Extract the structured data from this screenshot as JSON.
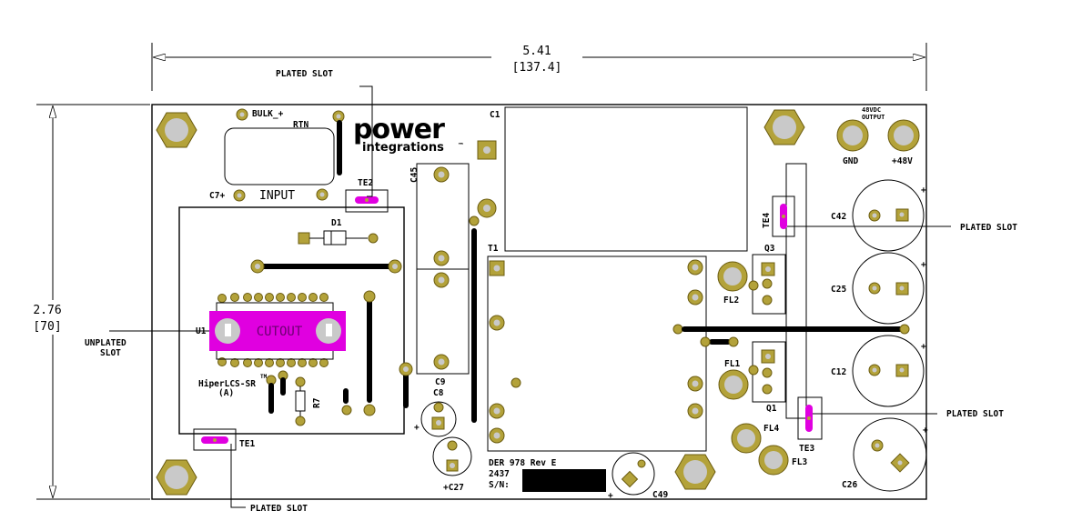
{
  "dimensions": {
    "width": "5.41",
    "width_mm": "[137.4]",
    "height": "2.76",
    "height_mm": "[70]"
  },
  "logo": {
    "line1": "power",
    "line2": "integrations",
    "tm": "™"
  },
  "labels": {
    "plated_slot_top": "PLATED SLOT",
    "plated_slot_right_upper": "PLATED SLOT",
    "plated_slot_right_lower": "PLATED SLOT",
    "plated_slot_bottom": "PLATED SLOT",
    "unplated_slot_1": "UNPLATED",
    "unplated_slot_2": "SLOT",
    "cutout": "CUTOUT",
    "input": "INPUT",
    "output_1": "48VDC",
    "output_2": "OUTPUT",
    "gnd": "GND",
    "plus48v": "+48V",
    "bulk": "BULK_+",
    "rtn": "RTN",
    "c7": "C7+",
    "te1": "TE1",
    "te2": "TE2",
    "te3": "TE3",
    "te4": "TE4",
    "d1": "D1",
    "u1": "U1",
    "hiperlcs_1": "HiperLCS-SR",
    "hiperlcs_tm": "TM",
    "hiperlcs_2": "(A)",
    "r7": "R7",
    "c1": "C1",
    "c45": "C45",
    "c9": "C9",
    "c8": "C8",
    "c27": "+C27",
    "c49": "C49",
    "t1": "T1",
    "q1": "Q1",
    "q3": "Q3",
    "fl1": "FL1",
    "fl2": "FL2",
    "fl3": "FL3",
    "fl4": "FL4",
    "c42": "C42",
    "c25": "C25",
    "c12": "C12",
    "c26": "C26",
    "der": "DER 978 Rev E",
    "date": "2437",
    "sn": "S/N:"
  }
}
